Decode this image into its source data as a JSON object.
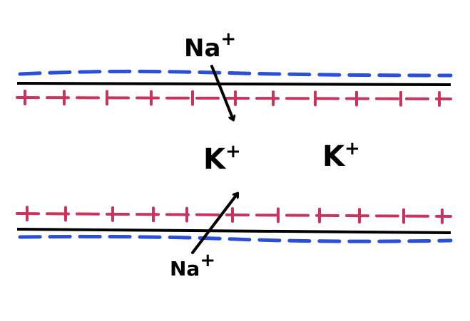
{
  "labels": {
    "na_top": "Na",
    "na_top_charge": "+",
    "na_bottom": "Na",
    "na_bottom_charge": "+",
    "k_left": "K",
    "k_left_charge": "+",
    "k_right": "K",
    "k_right_charge": "+"
  },
  "charges": {
    "top_outer": "−",
    "top_inner": "+",
    "bottom_inner": "+",
    "bottom_outer": "−"
  },
  "colors": {
    "membrane": "#000000",
    "negative_charge": "#2b4fd8",
    "positive_charge": "#c8345e",
    "ink": "#000000"
  }
}
